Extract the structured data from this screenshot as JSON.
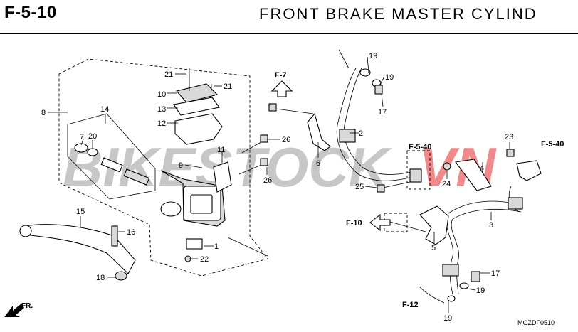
{
  "header": {
    "code": "F-5-10",
    "title": "FRONT BRAKE MASTER CYLIND"
  },
  "watermark": {
    "left": "BIKESTOCK",
    "right": "VN"
  },
  "diagram_code": "MGZDF0510",
  "direction_label": "FR.",
  "references": {
    "f7": "F-7",
    "f540_left": "F-5-40",
    "f540_right": "F-5-40",
    "f10": "F-10",
    "f12": "F-12"
  },
  "callouts": {
    "c1": "1",
    "c2": "2",
    "c3": "3",
    "c4": "4",
    "c5": "5",
    "c6": "6",
    "c7": "7",
    "c8": "8",
    "c9": "9",
    "c10": "10",
    "c11": "11",
    "c12": "12",
    "c13": "13",
    "c14": "14",
    "c15": "15",
    "c16": "16",
    "c17a": "17",
    "c17b": "17",
    "c18": "18",
    "c19a": "19",
    "c19b": "19",
    "c19c": "19",
    "c19d": "19",
    "c20": "20",
    "c21a": "21",
    "c21b": "21",
    "c22": "22",
    "c23": "23",
    "c24": "24",
    "c25": "25",
    "c26a": "26",
    "c26b": "26"
  },
  "colors": {
    "watermark_gray": "#9a9a9a",
    "watermark_red": "#e52b2b"
  }
}
